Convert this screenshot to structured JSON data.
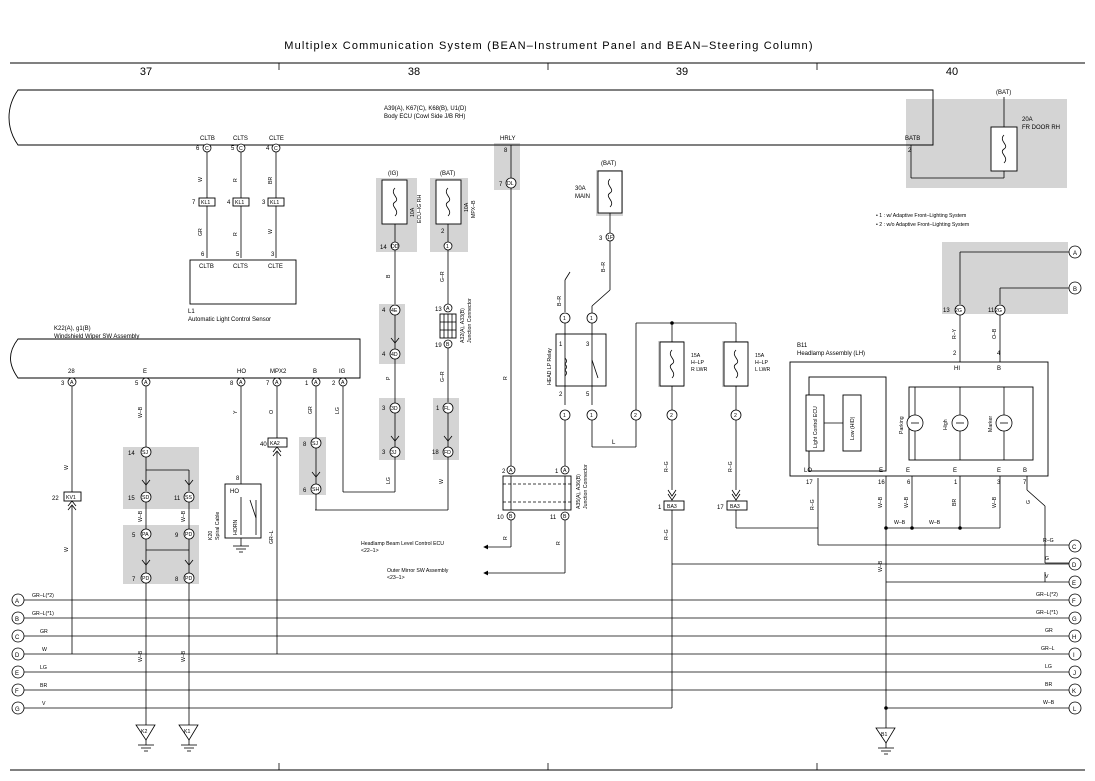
{
  "title": "Multiplex Communication System (BEAN–Instrument Panel and BEAN–Steering Column)",
  "columns": [
    "37",
    "38",
    "39",
    "40"
  ],
  "components": {
    "body_ecu": {
      "name": "A39(A), K67(C), K68(B), U1(D)",
      "desc": "Body ECU (Cowl Side J/B RH)"
    },
    "fuse_fr_door": {
      "rating": "20A",
      "name": "FR DOOR RH",
      "bat": "(BAT)"
    },
    "notes": [
      "• 1 : w/ Adaptive Front–Lighting System",
      "• 2 : w/o Adaptive Front–Lighting System"
    ],
    "light_sensor": {
      "id": "L1",
      "desc": "Automatic Light Control Sensor"
    },
    "wiper_sw": {
      "id": "K22(A), g1(B)",
      "desc": "Windshield Wiper SW Assembly"
    },
    "fuse_ecu_ig": {
      "rating": "10A",
      "name": "ECU–IG RH",
      "supply": "(IG)"
    },
    "fuse_mpx": {
      "rating": "10A",
      "name": "MPX–B",
      "supply": "(BAT)"
    },
    "fuse_main": {
      "rating": "30A",
      "name": "MAIN",
      "supply": "(BAT)"
    },
    "jc_a32": {
      "name": "A32(A), A33(B)",
      "desc": "Junction Connector"
    },
    "jc_a35": {
      "name": "A35(A), A36(B)",
      "desc": "Junction Connector"
    },
    "headlp_relay": "HEAD LP Relay",
    "fuse_r_lwr": {
      "rating": "15A",
      "name": "H–LP",
      "side": "R LWR"
    },
    "fuse_l_lwr": {
      "rating": "15A",
      "name": "H–LP",
      "side": "L LWR"
    },
    "headlamp": {
      "id": "B11",
      "desc": "Headlamp Assembly (LH)",
      "ecu": "Light Control ECU",
      "low": "Low (HID)",
      "high": "High",
      "parking": "Parking",
      "marker": "Marker"
    },
    "spiral": {
      "id": "K20",
      "desc": "Spiral Cable",
      "horn": "HORN",
      "ho": "HO"
    },
    "headlamp_beam": {
      "label": "Headlamp Beam Level Control ECU",
      "ref": "<22–1>"
    },
    "outer_mirror": {
      "label": "Outer Mirror SW Assembly",
      "ref": "<23–1>"
    },
    "grounds": [
      "K2",
      "K1",
      "B1"
    ]
  },
  "body_ecu_pins": {
    "cltb": "CLTB",
    "clts": "CLTS",
    "clte": "CLTE",
    "hrly": "HRLY",
    "batb": "BATB"
  },
  "sensor_pins": {
    "cltb": "CLTB",
    "clts": "CLTS",
    "clte": "CLTE"
  },
  "wiper_pins": {
    "p28": "28",
    "e": "E",
    "ho": "HO",
    "mpx2": "MPX2",
    "b": "B",
    "ig": "IG"
  },
  "headlamp_pins": {
    "hi": "HI",
    "b": "B",
    "lo": "LO",
    "e1": "E",
    "e2": "E",
    "e3": "E",
    "b2": "B"
  },
  "wire_colors": {
    "w": "W",
    "r": "R",
    "br": "BR",
    "gr": "GR",
    "b": "B",
    "g_r": "G–R",
    "p": "P",
    "lg": "LG",
    "y": "Y",
    "o": "O",
    "w_b": "W–B",
    "gr_l": "GR–L",
    "b_r": "B–R",
    "l": "L",
    "r_g": "R–G",
    "r_y": "R–Y",
    "o_b": "O–B",
    "g": "G",
    "v": "V"
  },
  "connectors": {
    "kl1": "KL1",
    "kv1": "KV1",
    "ka2": "KA2",
    "ba3": "BA3"
  },
  "left_bus": [
    {
      "letter": "A",
      "wire": "GR–L(*2)"
    },
    {
      "letter": "B",
      "wire": "GR–L(*1)"
    },
    {
      "letter": "C",
      "wire": "GR"
    },
    {
      "letter": "D",
      "wire": "W"
    },
    {
      "letter": "E",
      "wire": "LG"
    },
    {
      "letter": "F",
      "wire": "BR"
    },
    {
      "letter": "G",
      "wire": "V"
    }
  ],
  "right_bus": [
    {
      "letter": "C",
      "wire": "R–G"
    },
    {
      "letter": "D",
      "wire": "G"
    },
    {
      "letter": "E",
      "wire": "V"
    },
    {
      "letter": "F",
      "wire": "GR–L(*2)"
    },
    {
      "letter": "G",
      "wire": "GR–L(*1)"
    },
    {
      "letter": "H",
      "wire": "GR"
    },
    {
      "letter": "I",
      "wire": "GR–L"
    },
    {
      "letter": "J",
      "wire": "LG"
    },
    {
      "letter": "K",
      "wire": "BR"
    },
    {
      "letter": "L",
      "wire": "W–B"
    }
  ],
  "top_right_refs": [
    "A",
    "B"
  ]
}
